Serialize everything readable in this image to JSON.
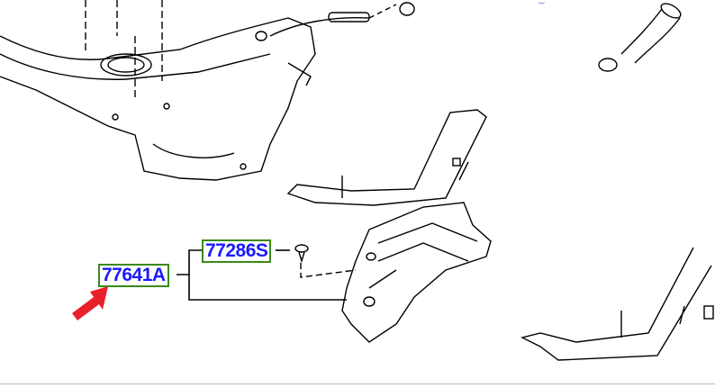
{
  "diagram": {
    "labels": [
      {
        "part_number": "77641A"
      },
      {
        "part_number": "77286S"
      }
    ],
    "colors": {
      "label_text": "#1a1aff",
      "label_border": "#3a8a1a",
      "pointer_arrow": "#e8202a",
      "line_art": "#000000"
    },
    "icons": [
      "red-pointer-arrow"
    ]
  }
}
